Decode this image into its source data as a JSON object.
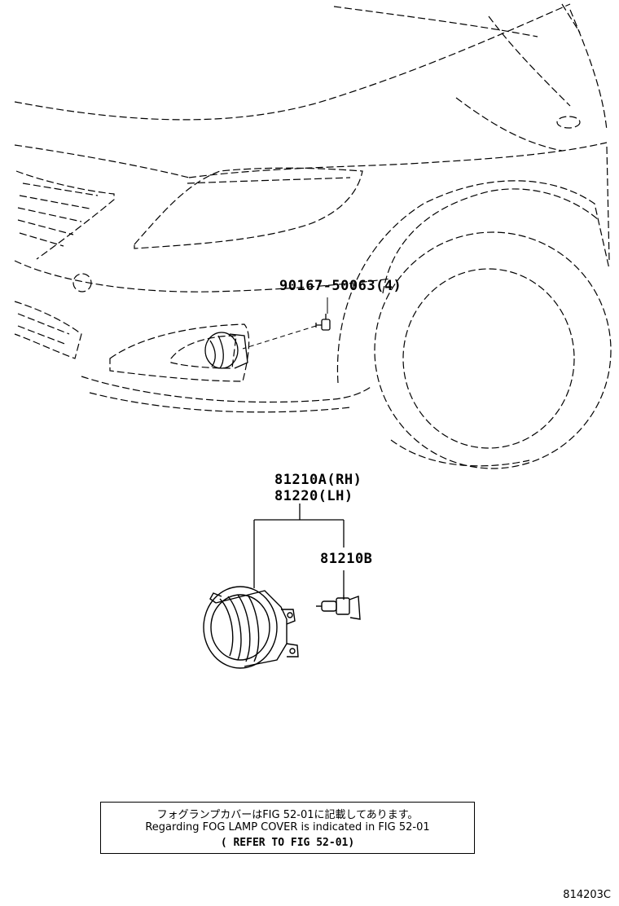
{
  "callouts": {
    "bolt": "90167-50063(4)",
    "fog_lamp_rh": "81210A(RH)",
    "fog_lamp_lh": "81220(LH)",
    "bulb": "81210B"
  },
  "note": {
    "japanese": "フォグランプカバーはFIG 52-01に記載してあります。",
    "english": "Regarding FOG LAMP COVER is indicated in FIG 52-01",
    "reference": "( REFER TO FIG 52-01)"
  },
  "figure_code": "814203C"
}
